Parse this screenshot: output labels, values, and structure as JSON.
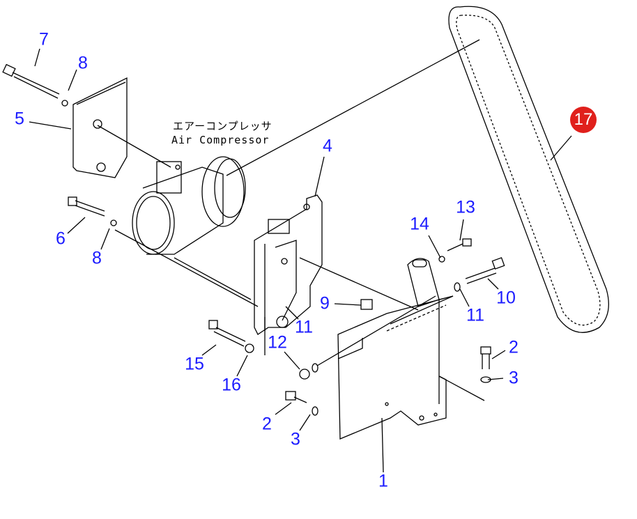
{
  "caption": {
    "japanese": "エアーコンプレッサ",
    "english": "Air Compressor"
  },
  "callouts": [
    {
      "label": "7"
    },
    {
      "label": "8"
    },
    {
      "label": "5"
    },
    {
      "label": "4"
    },
    {
      "label": "6"
    },
    {
      "label": "8"
    },
    {
      "label": "14"
    },
    {
      "label": "13"
    },
    {
      "label": "10"
    },
    {
      "label": "9"
    },
    {
      "label": "11"
    },
    {
      "label": "11"
    },
    {
      "label": "12"
    },
    {
      "label": "2"
    },
    {
      "label": "3"
    },
    {
      "label": "15"
    },
    {
      "label": "16"
    },
    {
      "label": "2"
    },
    {
      "label": "3"
    },
    {
      "label": "1"
    }
  ],
  "highlight": {
    "label": "17",
    "color": "#e0201c"
  },
  "colors": {
    "callout": "#1b1bff",
    "line": "#000000"
  }
}
